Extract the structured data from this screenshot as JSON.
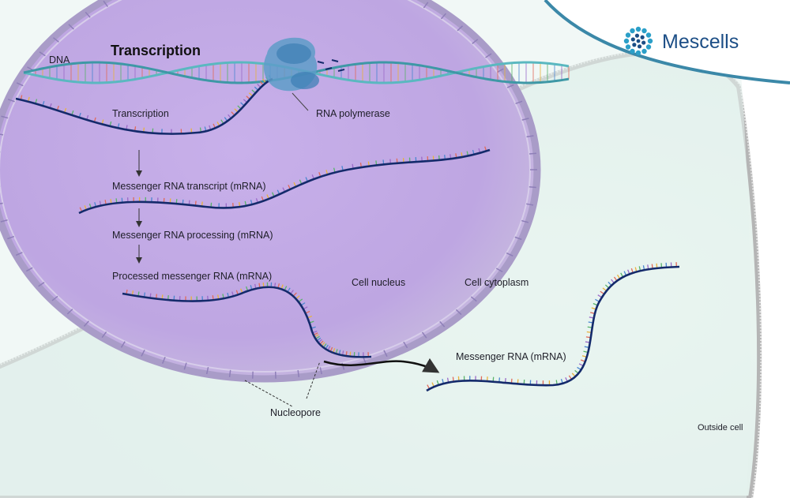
{
  "title": "Transcription",
  "brand": {
    "name": "Mescells",
    "logo_icon": "cell-cluster-icon"
  },
  "labels": {
    "dna": "DNA",
    "transcription": "Transcription",
    "rna_polymerase": "RNA polymerase",
    "mrna_transcript": "Messenger RNA transcript (mRNA)",
    "mrna_processing": "Messenger RNA processing (mRNA)",
    "processed_mrna": "Processed messenger RNA (mRNA)",
    "cell_nucleus": "Cell nucleus",
    "cell_cytoplasm": "Cell cytoplasm",
    "mrna": "Messenger RNA (mRNA)",
    "nucleopore": "Nucleopore",
    "outside_cell": "Outside cell"
  },
  "colors": {
    "brand": "#1c4e86",
    "logo_accent": "#2b9fc8",
    "swoosh": "#3b88a8",
    "nucleus": "#c5aee6",
    "cytoplasm": "#e3f1ea",
    "rna_strand": "#142a6b",
    "dna_strand": "#5ab8c0",
    "polymerase": "#5e9cc8"
  }
}
